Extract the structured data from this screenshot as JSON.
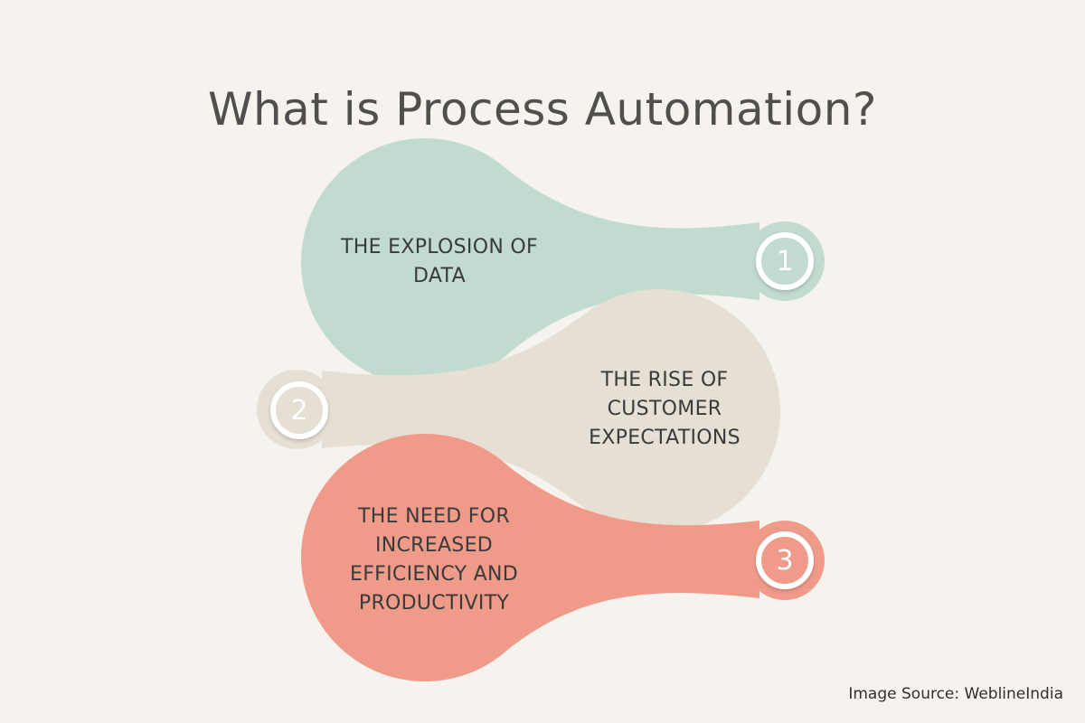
{
  "title": "What is Process Automation?",
  "items": [
    {
      "number": "1",
      "label_lines": [
        "THE EXPLOSION OF",
        "DATA"
      ],
      "color": "#c2dbd0"
    },
    {
      "number": "2",
      "label_lines": [
        "THE RISE OF",
        "CUSTOMER",
        "EXPECTATIONS"
      ],
      "color": "#e6dfd4"
    },
    {
      "number": "3",
      "label_lines": [
        "THE NEED FOR",
        "INCREASED",
        "EFFICIENCY AND",
        "PRODUCTIVITY"
      ],
      "color": "#f09b8a"
    }
  ],
  "colors": {
    "background": "#f6f2ee",
    "title": "#4f4f4f",
    "text": "#3a3a3a",
    "badge_ring": "#ffffff"
  },
  "source": "Image Source: WeblineIndia"
}
